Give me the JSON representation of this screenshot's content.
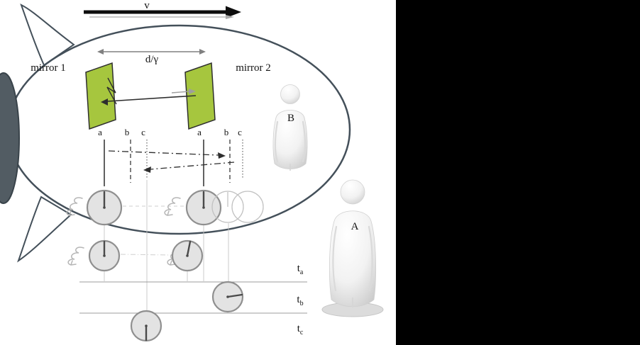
{
  "labels": {
    "velocity": "v",
    "mirror1": "mirror 1",
    "mirror2": "mirror 2",
    "mirror_distance": "d/γ",
    "ticks_left": [
      "a",
      "b",
      "c"
    ],
    "ticks_right": [
      "a",
      "b",
      "c"
    ],
    "observer_b": "B",
    "observer_a": "A",
    "time_rows": [
      {
        "base": "t",
        "sub": "a"
      },
      {
        "base": "t",
        "sub": "b"
      },
      {
        "base": "t",
        "sub": "c"
      }
    ]
  },
  "colors": {
    "mirror_green": "#a6c63e",
    "ship_outline": "#44505a",
    "engine_fill": "#525c63",
    "panel_black": "#000000",
    "clock_face": "#e3e3e3",
    "clock_rim": "#8f8f8f"
  }
}
